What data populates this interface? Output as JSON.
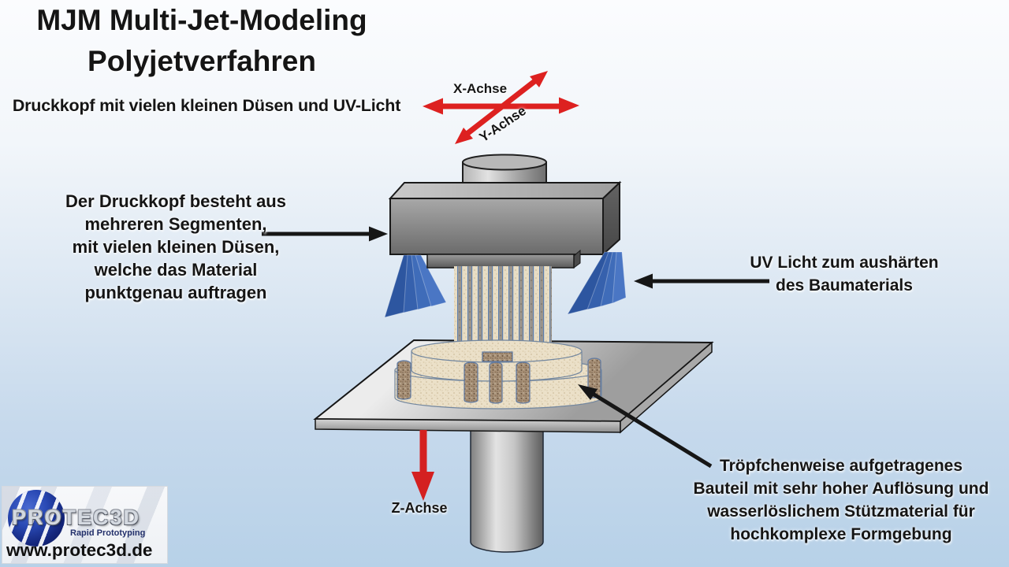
{
  "slide": {
    "title_line1": "MJM Multi-Jet-Modeling",
    "title_line2": "Polyjetverfahren",
    "subtitle": "Druckkopf mit vielen kleinen Düsen und UV-Licht"
  },
  "axes": {
    "x_label": "X-Achse",
    "y_label": "Y-Achse",
    "z_label": "Z-Achse"
  },
  "annotations": {
    "printhead": "Der Druckkopf besteht aus\nmehreren Segmenten,\nmit vielen kleinen Düsen,\nwelche das Material\npunktgenau auftragen",
    "uv_light": "UV Licht zum aushärten\ndes Baumaterials",
    "part": "Tröpfchenweise aufgetragenes\nBauteil mit sehr hoher Auflösung und\nwasserlöslichem Stützmaterial für\nhochkomplexe Formgebung"
  },
  "logo": {
    "brand": "PROTEC3D",
    "tagline": "Rapid Prototyping",
    "website": "www.protec3d.de"
  },
  "colors": {
    "axis_arrow_red": "#dd2120",
    "uv_light_blue": "#3a66b2",
    "part_beige": "#e9dfc6",
    "support_speckle": "#a08a74",
    "annotation_arrow_black": "#161616",
    "background_top": "#fbfcfe",
    "background_bottom": "#b7d1e8"
  }
}
